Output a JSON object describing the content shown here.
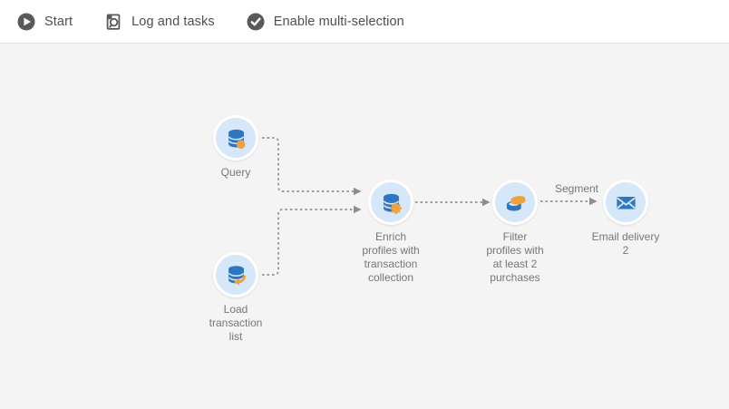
{
  "toolbar": {
    "items": [
      {
        "label": "Start",
        "icon": "play-circle-icon"
      },
      {
        "label": "Log and tasks",
        "icon": "log-and-tasks-icon"
      },
      {
        "label": "Enable multi-selection",
        "icon": "check-circle-icon"
      }
    ]
  },
  "workflow": {
    "nodes": [
      {
        "id": "query",
        "label": "Query",
        "icon": "query-database-icon"
      },
      {
        "id": "load-transaction-list",
        "label": "Load\ntransaction\nlist",
        "icon": "load-database-icon"
      },
      {
        "id": "enrich-profiles",
        "label": "Enrich\nprofiles with\ntransaction\ncollection",
        "icon": "enrichment-database-icon"
      },
      {
        "id": "filter-profiles",
        "label": "Filter\nprofiles with\nat least 2\npurchases",
        "icon": "filter-segmentation-icon"
      },
      {
        "id": "email-delivery-2",
        "label": "Email delivery\n2",
        "icon": "email-envelope-icon"
      }
    ],
    "connections": [
      {
        "from": "query",
        "to": "enrich-profiles",
        "label": ""
      },
      {
        "from": "load-transaction-list",
        "to": "enrich-profiles",
        "label": ""
      },
      {
        "from": "enrich-profiles",
        "to": "filter-profiles",
        "label": ""
      },
      {
        "from": "filter-profiles",
        "to": "email-delivery-2",
        "label": "Segment"
      }
    ]
  },
  "colors": {
    "toolbar_bg": "#ffffff",
    "canvas_bg": "#f4f4f4",
    "node_circle_bg": "#d5e7f8",
    "icon_blue": "#2e76c0",
    "icon_orange": "#efa23b",
    "connector_gray": "#9c9c9c",
    "toolbar_icon_gray": "#595959",
    "toolbar_text": "#4e4e4e",
    "node_label_text": "#767676"
  }
}
